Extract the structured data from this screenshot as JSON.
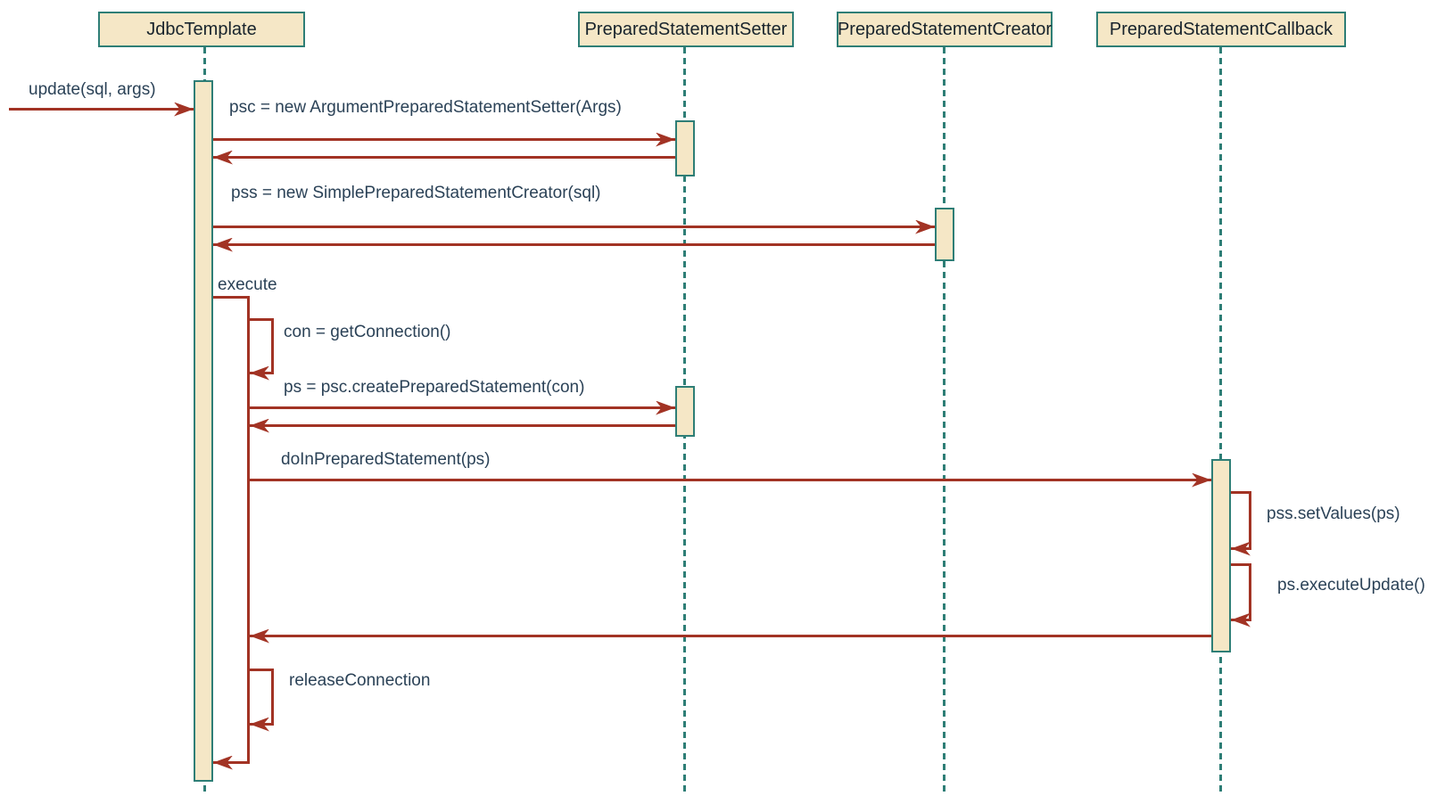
{
  "diagram_type": "uml-sequence-diagram",
  "actors": [
    {
      "name": "JdbcTemplate"
    },
    {
      "name": "PreparedStatementSetter"
    },
    {
      "name": "PreparedStatementCreator"
    },
    {
      "name": "PreparedStatementCallback"
    }
  ],
  "messages": {
    "update": "update(sql, args)",
    "new_setter": "psc = new ArgumentPreparedStatementSetter(Args)",
    "new_creator": "pss = new SimplePreparedStatementCreator(sql)",
    "execute": "execute",
    "get_connection": "con = getConnection()",
    "create_ps": "ps = psc.createPreparedStatement(con)",
    "do_in_ps": "doInPreparedStatement(ps)",
    "set_values": "pss.setValues(ps)",
    "execute_update": "ps.executeUpdate()",
    "release_connection": "releaseConnection"
  },
  "colors": {
    "box_fill": "#F5E7C6",
    "lifeline_teal": "#2E7E76",
    "arrow_red": "#A23324",
    "label_text": "#2B4257"
  }
}
